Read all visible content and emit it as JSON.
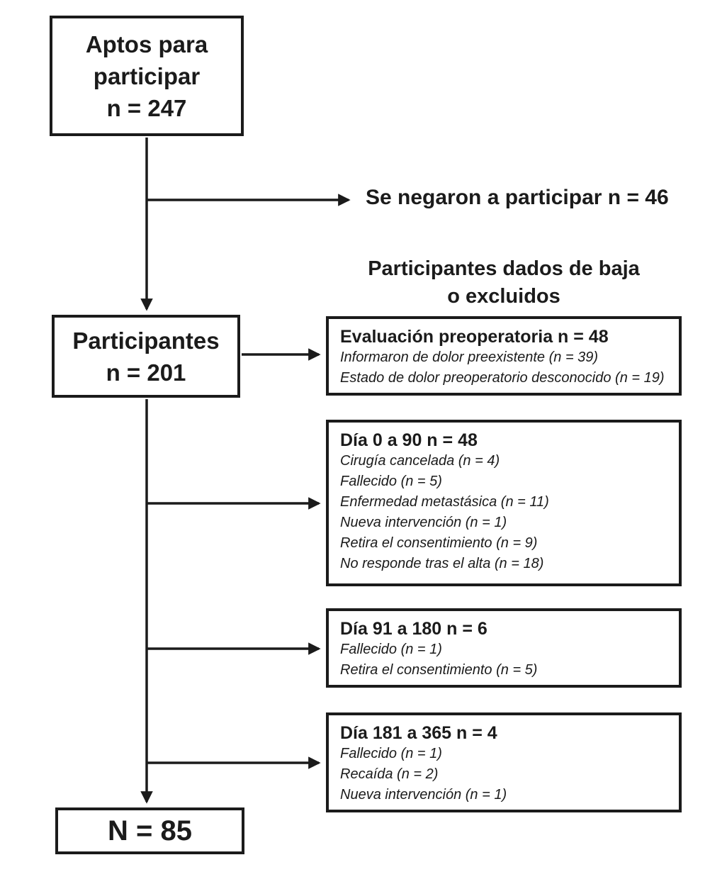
{
  "diagram": {
    "eligible_box": {
      "line1": "Aptos para participar",
      "line2": "n = 247"
    },
    "refused_label": "Se negaron a participar n = 46",
    "withdrawn_header": {
      "line1": "Participantes dados de baja",
      "line2": "o excluidos"
    },
    "participants_box": {
      "line1": "Participantes",
      "line2": "n = 201"
    },
    "final_box": {
      "label": "N = 85"
    },
    "exclusions": [
      {
        "title": "Evaluación preoperatoria n = 48",
        "items": [
          "Informaron de dolor preexistente (n = 39)",
          "Estado de dolor preoperatorio desconocido (n = 19)"
        ]
      },
      {
        "title": "Día 0 a 90 n = 48",
        "items": [
          "Cirugía cancelada (n = 4)",
          "Fallecido (n = 5)",
          "Enfermedad metastásica (n = 11)",
          "Nueva intervención (n = 1)",
          "Retira el consentimiento (n = 9)",
          "No responde tras el alta (n = 18)"
        ]
      },
      {
        "title": "Día 91 a 180 n = 6",
        "items": [
          "Fallecido (n = 1)",
          "Retira el consentimiento (n = 5)"
        ]
      },
      {
        "title": "Día 181 a 365 n = 4",
        "items": [
          "Fallecido (n = 1)",
          "Recaída (n = 2)",
          "Nueva intervención (n = 1)"
        ]
      }
    ],
    "colors": {
      "ink": "#1b1b1b",
      "background": "#ffffff"
    }
  }
}
